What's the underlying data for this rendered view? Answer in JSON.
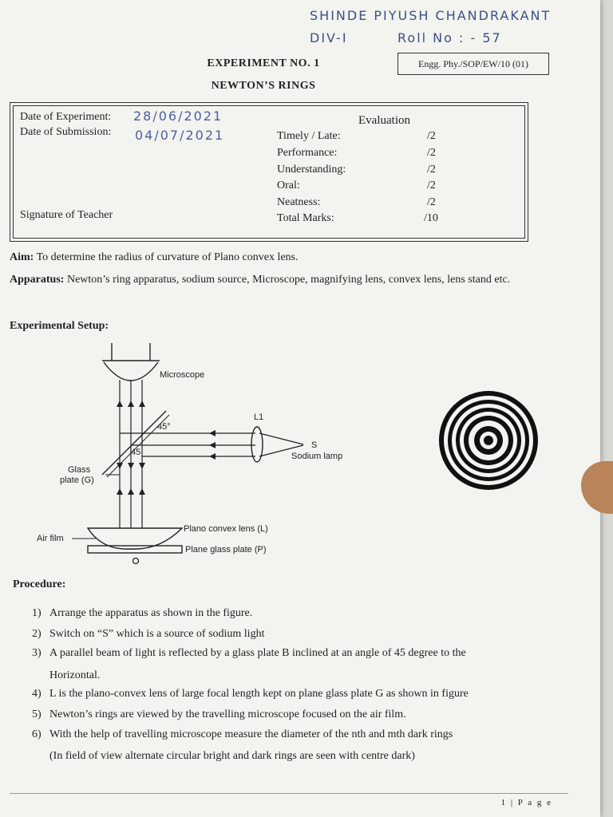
{
  "handwritten": {
    "name": "SHINDE PIYUSH CHANDRAKANT",
    "div": "DIV-I",
    "roll": "Roll No : - 57",
    "date_experiment": "28/06/2021",
    "date_submission": "04/07/2021"
  },
  "header": {
    "experiment_no": "EXPERIMENT NO. 1",
    "title": "NEWTON’S RINGS",
    "doc_code": "Engg. Phy./SOP/EW/10 (01)"
  },
  "evaluation_box": {
    "date_experiment_label": "Date of Experiment:",
    "date_submission_label": "Date of Submission:",
    "signature_label": "Signature of Teacher",
    "evaluation_title": "Evaluation",
    "rows": [
      {
        "label": "Timely / Late:",
        "mark": "/2"
      },
      {
        "label": "Performance:",
        "mark": "/2"
      },
      {
        "label": "Understanding:",
        "mark": "/2"
      },
      {
        "label": "Oral:",
        "mark": "/2"
      },
      {
        "label": "Neatness:",
        "mark": "/2"
      },
      {
        "label": "Total Marks:",
        "mark": "/10"
      }
    ]
  },
  "aim": {
    "label": "Aim:",
    "text": "To determine the radius of curvature of Plano convex lens."
  },
  "apparatus": {
    "label": "Apparatus:",
    "text": "Newton’s ring apparatus, sodium source, Microscope, magnifying lens, convex lens, lens stand etc."
  },
  "setup_heading": "Experimental Setup:",
  "diagram_labels": {
    "microscope": "Microscope",
    "angle_top": "45°",
    "angle_bottom": "45",
    "l1": "L1",
    "s": "S",
    "sodium_lamp": "Sodium lamp",
    "glass_plate_1": "Glass",
    "glass_plate_2": "plate (G)",
    "plano_convex": "Plano convex lens (L)",
    "air_film": "Air film",
    "plane_glass": "Plane glass plate (P)",
    "o": "O"
  },
  "procedure": {
    "heading": "Procedure:",
    "steps": [
      {
        "num": "1)",
        "text": "Arrange the apparatus as shown in the figure."
      },
      {
        "num": "2)",
        "text": "Switch on “S” which is a source of sodium light"
      },
      {
        "num": "3)",
        "text": "A parallel beam of light is reflected by a glass plate B inclined at an angle of 45 degree to the"
      },
      {
        "num": "",
        "text": "Horizontal."
      },
      {
        "num": "4)",
        "text": "L is the plano-convex lens of large focal length kept on plane glass plate G as shown in figure"
      },
      {
        "num": "5)",
        "text": "Newton’s rings are viewed by the travelling microscope focused on the air film."
      },
      {
        "num": "6)",
        "text": "With the help of travelling microscope measure the diameter of the nth and mth dark rings"
      },
      {
        "num": "",
        "text": "(In field of view alternate circular bright and dark rings are seen with centre dark)"
      }
    ]
  },
  "footer": "1 | P a g e"
}
